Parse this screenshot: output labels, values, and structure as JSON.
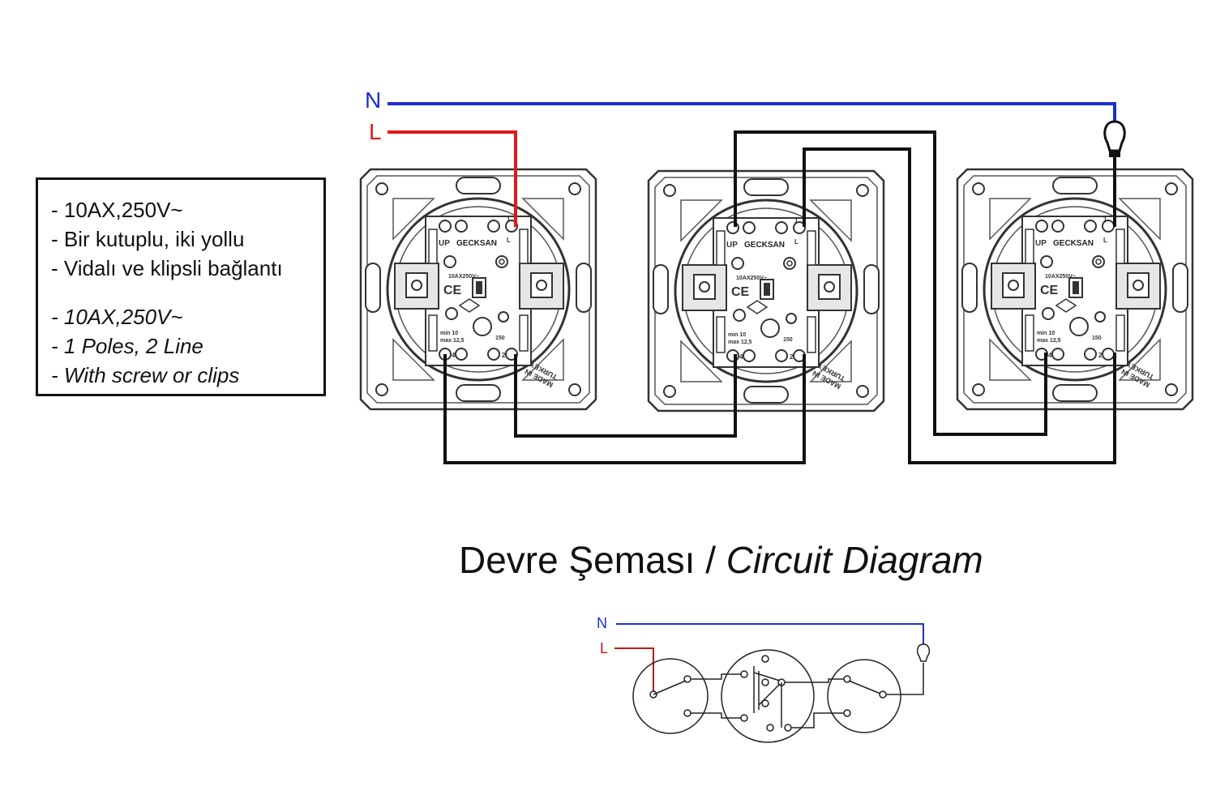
{
  "specs": {
    "tr": [
      "- 10AX,250V~",
      "- Bir kutuplu, iki yollu",
      "- Vidalı ve klipsli bağlantı"
    ],
    "en": [
      "- 10AX,250V~",
      "- 1 Poles, 2 Line",
      "- With screw or clips"
    ]
  },
  "caption": {
    "tr": "Devre Şeması / ",
    "en": "Circuit Diagram"
  },
  "labels": {
    "neutral": "N",
    "live": "L"
  },
  "module": {
    "brand": "GECKSAN",
    "up": "UP",
    "rating": "10AX250V~",
    "ce": "CE",
    "min": "min 10",
    "max": "max 12,5",
    "small_num": "150",
    "made_in_line1": "MADE IN",
    "made_in_line2": "TURKEY",
    "t1": "1",
    "t2": "2",
    "tL": "L",
    "t4": "4"
  },
  "colors": {
    "neutral": "#1c30d0",
    "live": "#e01818",
    "wire": "#111111"
  }
}
